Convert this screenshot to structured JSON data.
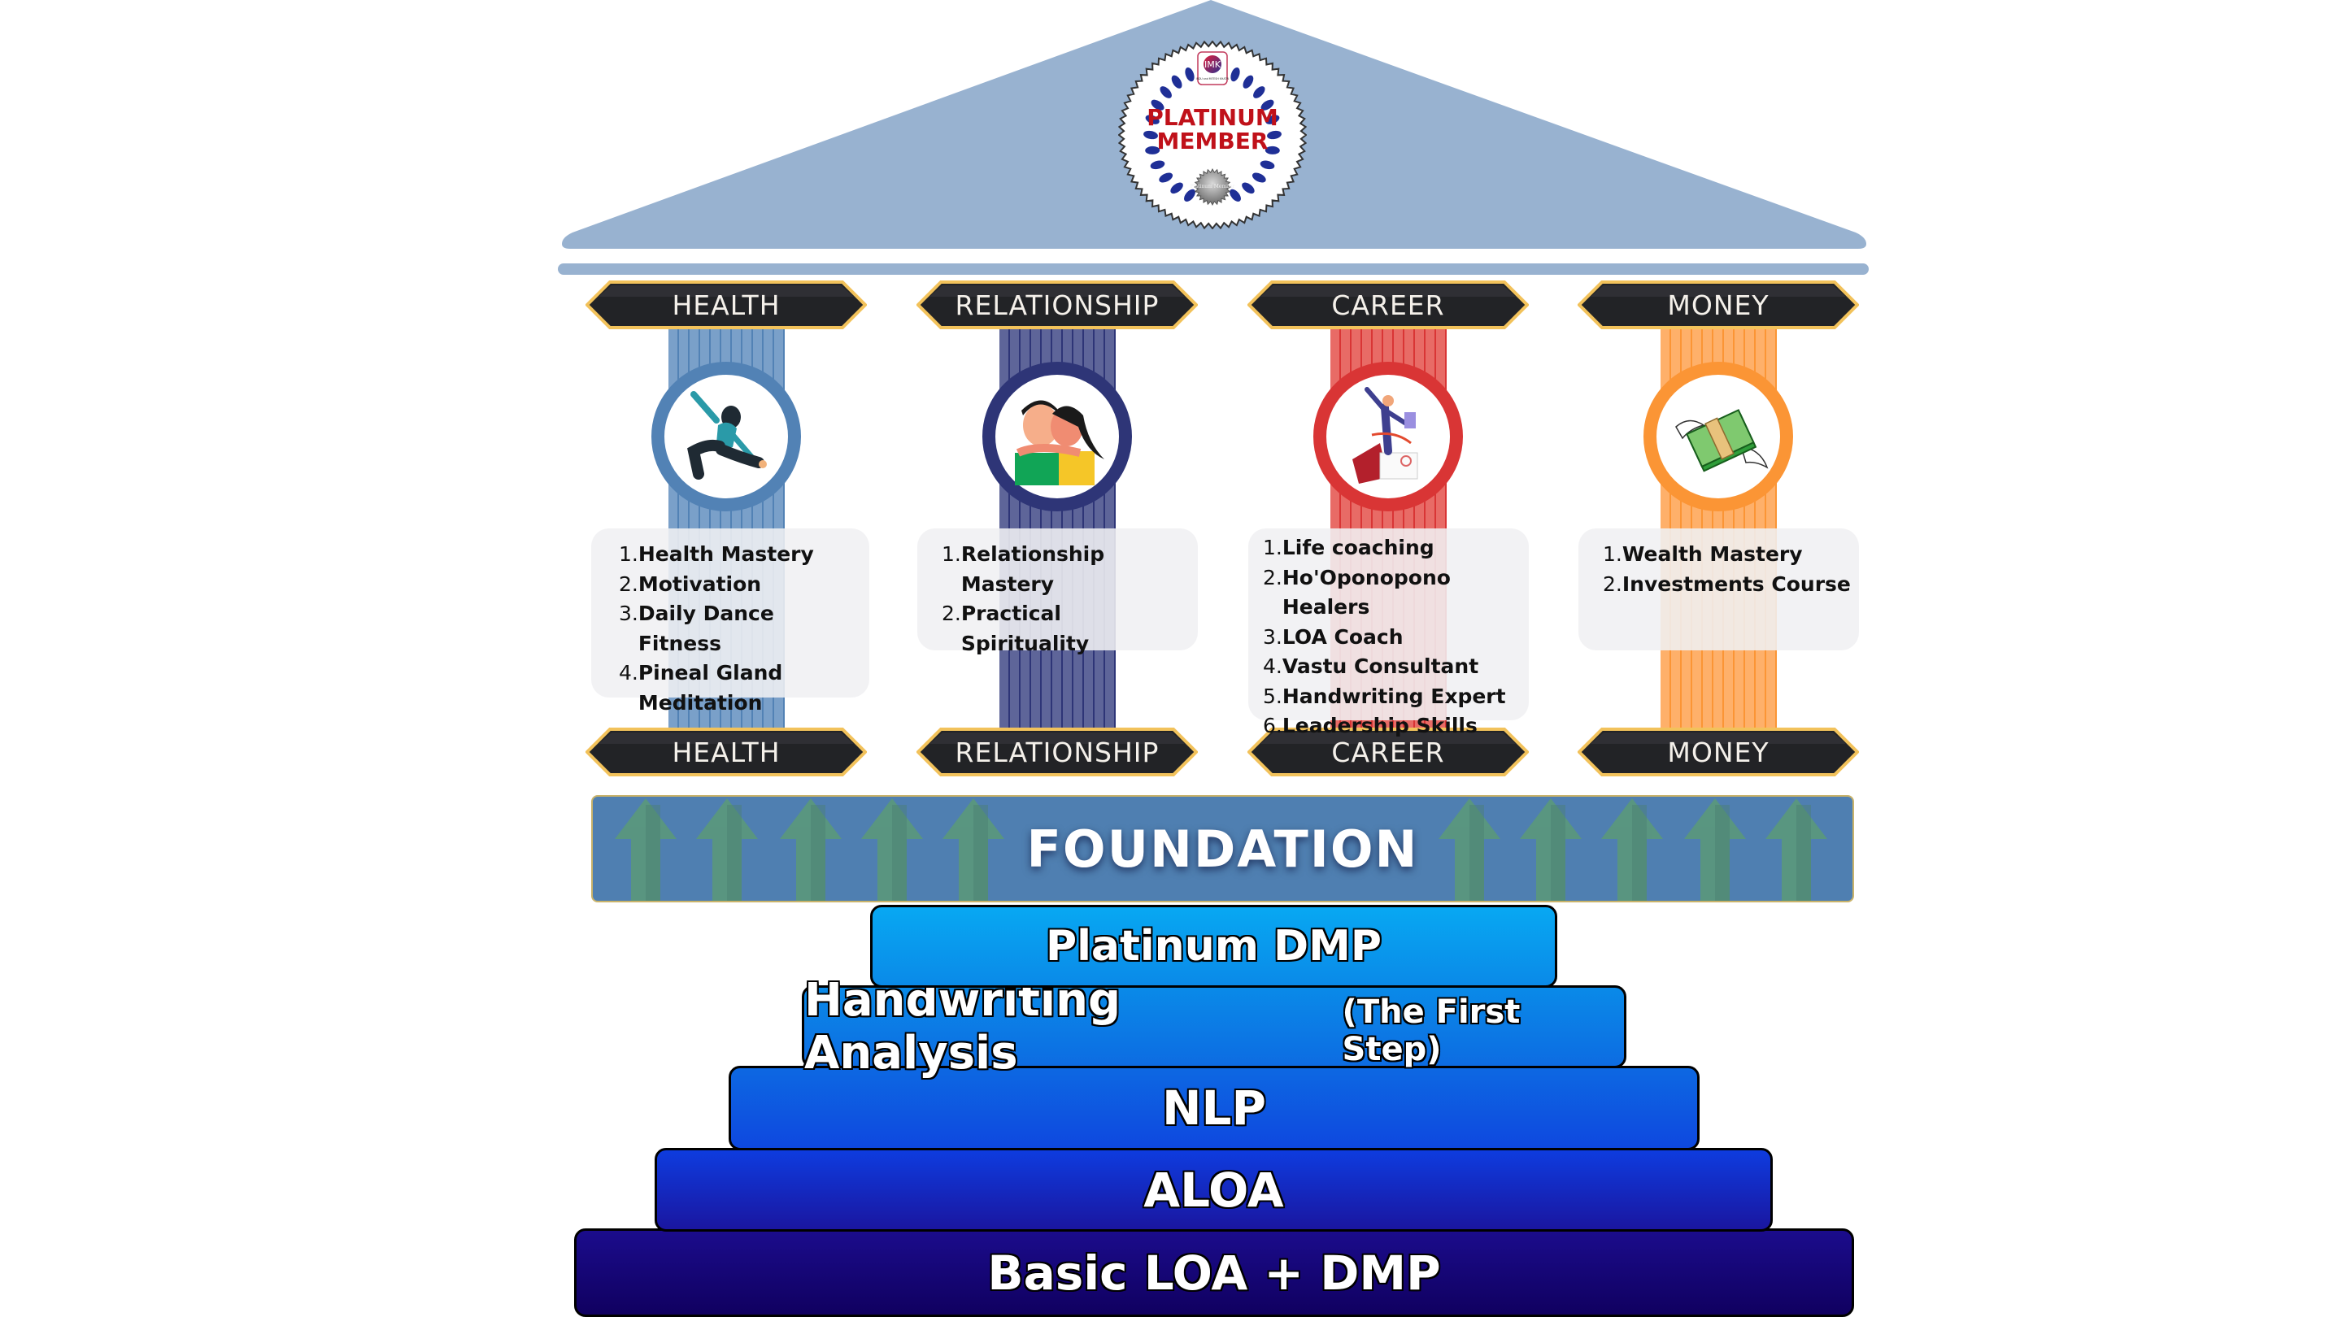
{
  "badge": {
    "logo_initials": "IMK",
    "logo_caption": "INDU and MITESH KHATRI",
    "line1": "PLATINUM",
    "line2": "MEMBER",
    "seal_text": "Platinum Member"
  },
  "pillars": [
    {
      "key": "health",
      "top_label": "HEALTH",
      "bottom_label": "HEALTH",
      "icon": "yoga-woman-icon",
      "color": "#5282b5",
      "stripe_color": "#7aa0c9",
      "items": [
        "Health Mastery",
        "Motivation",
        "Daily Dance Fitness",
        "Pineal Gland Meditation"
      ]
    },
    {
      "key": "relationship",
      "top_label": "RELATIONSHIP",
      "bottom_label": "RELATIONSHIP",
      "icon": "hugging-couple-icon",
      "color": "#2e3577",
      "stripe_color": "#5e6599",
      "items": [
        "Relationship Mastery",
        "Practical Spirituality"
      ]
    },
    {
      "key": "career",
      "top_label": "CAREER",
      "bottom_label": "CAREER",
      "icon": "businessman-success-icon",
      "color": "#d93535",
      "stripe_color": "#e86b66",
      "items": [
        "Life coaching",
        "Ho'Oponopono Healers",
        "LOA Coach",
        "Vastu Consultant",
        "Handwriting Expert",
        "Leadership Skills"
      ]
    },
    {
      "key": "money",
      "top_label": "MONEY",
      "bottom_label": "MONEY",
      "icon": "flying-money-icon",
      "color": "#fb9535",
      "stripe_color": "#feb06a",
      "items": [
        "Wealth Mastery",
        "Investments Course"
      ]
    }
  ],
  "foundation": {
    "label": "FOUNDATION"
  },
  "steps": [
    {
      "label": "Platinum DMP",
      "sub": ""
    },
    {
      "label": "Handwriting Analysis",
      "sub": "(The First Step)"
    },
    {
      "label": "NLP",
      "sub": ""
    },
    {
      "label": "ALOA",
      "sub": ""
    },
    {
      "label": "Basic LOA + DMP",
      "sub": ""
    }
  ],
  "colors": {
    "roof": "#98b2d0",
    "banner_fill": "#222326",
    "banner_border": "#f2c25b",
    "foundation": "#4f7fb1",
    "arrow": "#5b9a78"
  }
}
